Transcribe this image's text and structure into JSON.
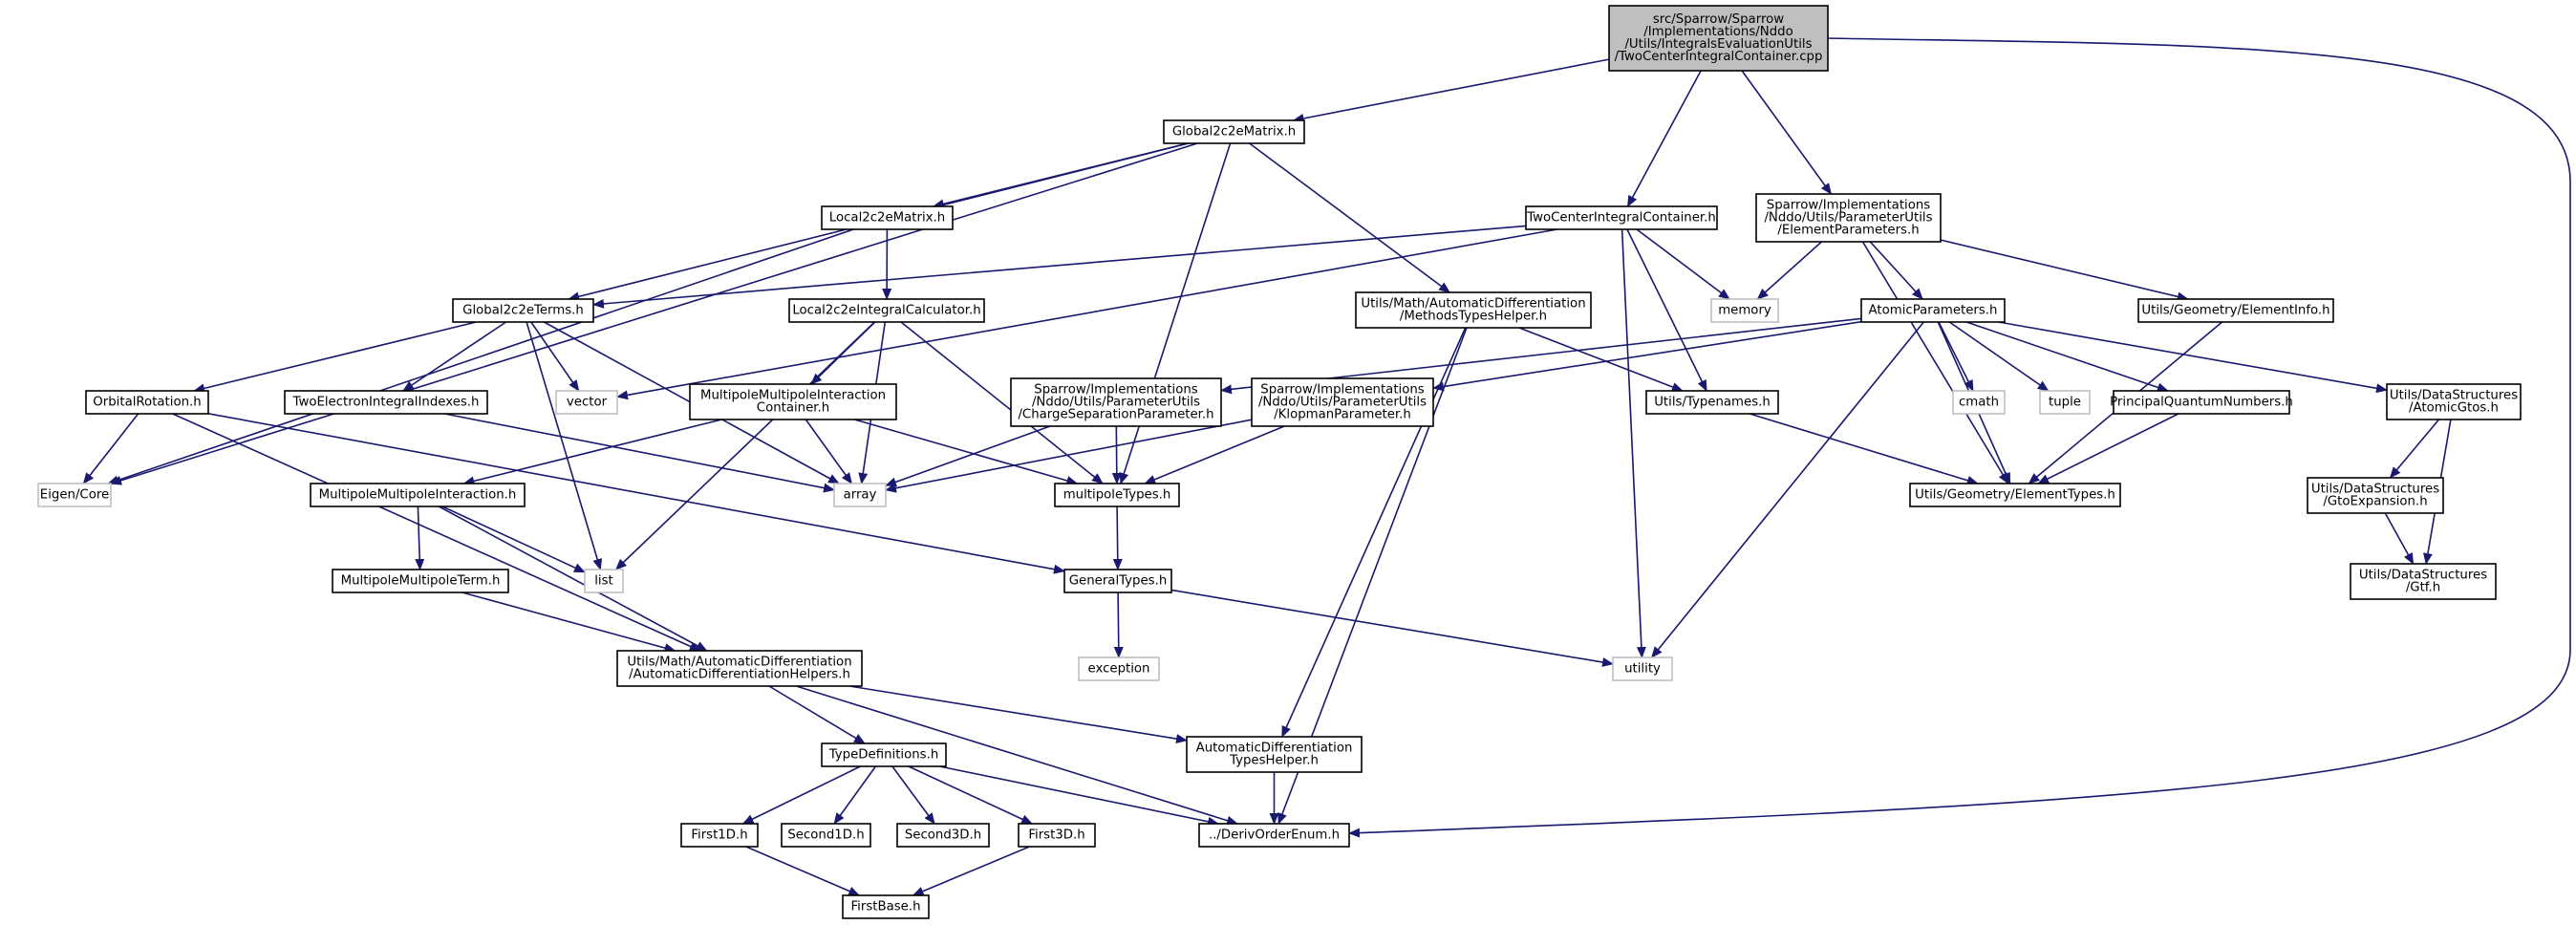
{
  "diagram": {
    "kind": "include dependency graph",
    "colors": {
      "edge": "#191970",
      "node_border": "#000000",
      "root_fill": "#bfbfbf",
      "node_fill": "#ffffff",
      "external_border": "#bfbfbf",
      "external_text": "#000000"
    },
    "nodes": [
      {
        "id": "root",
        "style": "root",
        "lines": [
          "src/Sparrow/Sparrow",
          "/Implementations/Nddo",
          "/Utils/IntegralsEvaluationUtils",
          "/TwoCenterIntegralContainer.cpp"
        ]
      },
      {
        "id": "global2c2ematrix",
        "style": "file",
        "lines": [
          "Global2c2eMatrix.h"
        ]
      },
      {
        "id": "twocenterintegralcontainer",
        "style": "file",
        "lines": [
          "TwoCenterIntegralContainer.h"
        ]
      },
      {
        "id": "elementparameters",
        "style": "file",
        "lines": [
          "Sparrow/Implementations",
          "/Nddo/Utils/ParameterUtils",
          "/ElementParameters.h"
        ]
      },
      {
        "id": "local2c2ematrix",
        "style": "file",
        "lines": [
          "Local2c2eMatrix.h"
        ]
      },
      {
        "id": "methodstypeshelper",
        "style": "file",
        "lines": [
          "Utils/Math/AutomaticDifferentiation",
          "/MethodsTypesHelper.h"
        ]
      },
      {
        "id": "global2c2eterms",
        "style": "file",
        "lines": [
          "Global2c2eTerms.h"
        ]
      },
      {
        "id": "local2c2eintegralcalculator",
        "style": "file",
        "lines": [
          "Local2c2eIntegralCalculator.h"
        ]
      },
      {
        "id": "memory",
        "style": "external",
        "lines": [
          "memory"
        ]
      },
      {
        "id": "atomicparameters",
        "style": "file",
        "lines": [
          "AtomicParameters.h"
        ]
      },
      {
        "id": "elementinfo",
        "style": "file",
        "lines": [
          "Utils/Geometry/ElementInfo.h"
        ]
      },
      {
        "id": "orbitalrotation",
        "style": "file",
        "lines": [
          "OrbitalRotation.h"
        ]
      },
      {
        "id": "twoelectronintegralindexes",
        "style": "file",
        "lines": [
          "TwoElectronIntegralIndexes.h"
        ]
      },
      {
        "id": "vector",
        "style": "external",
        "lines": [
          "vector"
        ]
      },
      {
        "id": "multipolemultipoleinteractioncontainer",
        "style": "file",
        "lines": [
          "MultipoleMultipoleInteraction",
          "Container.h"
        ]
      },
      {
        "id": "chargeseparationparameter",
        "style": "file",
        "lines": [
          "Sparrow/Implementations",
          "/Nddo/Utils/ParameterUtils",
          "/ChargeSeparationParameter.h"
        ]
      },
      {
        "id": "klopmanparameter",
        "style": "file",
        "lines": [
          "Sparrow/Implementations",
          "/Nddo/Utils/ParameterUtils",
          "/KlopmanParameter.h"
        ]
      },
      {
        "id": "typenames",
        "style": "file",
        "lines": [
          "Utils/Typenames.h"
        ]
      },
      {
        "id": "cmath",
        "style": "external",
        "lines": [
          "cmath"
        ]
      },
      {
        "id": "tuple",
        "style": "external",
        "lines": [
          "tuple"
        ]
      },
      {
        "id": "principalquantumnumbers",
        "style": "file",
        "lines": [
          "PrincipalQuantumNumbers.h"
        ]
      },
      {
        "id": "atomicgtos",
        "style": "file",
        "lines": [
          "Utils/DataStructures",
          "/AtomicGtos.h"
        ]
      },
      {
        "id": "eigencore",
        "style": "external",
        "lines": [
          "Eigen/Core"
        ]
      },
      {
        "id": "array",
        "style": "external",
        "lines": [
          "array"
        ]
      },
      {
        "id": "multipolemultipoleinteraction",
        "style": "file",
        "lines": [
          "MultipoleMultipoleInteraction.h"
        ]
      },
      {
        "id": "multipoletypes",
        "style": "file",
        "lines": [
          "multipoleTypes.h"
        ]
      },
      {
        "id": "elementtypes",
        "style": "file",
        "lines": [
          "Utils/Geometry/ElementTypes.h"
        ]
      },
      {
        "id": "gtoexpansion",
        "style": "file",
        "lines": [
          "Utils/DataStructures",
          "/GtoExpansion.h"
        ]
      },
      {
        "id": "list",
        "style": "external",
        "lines": [
          "list"
        ]
      },
      {
        "id": "multipolemultipoleterm",
        "style": "file",
        "lines": [
          "MultipoleMultipoleTerm.h"
        ]
      },
      {
        "id": "generaltypes",
        "style": "file",
        "lines": [
          "GeneralTypes.h"
        ]
      },
      {
        "id": "gtf",
        "style": "file",
        "lines": [
          "Utils/DataStructures",
          "/Gtf.h"
        ]
      },
      {
        "id": "exception",
        "style": "external",
        "lines": [
          "exception"
        ]
      },
      {
        "id": "utility",
        "style": "external",
        "lines": [
          "utility"
        ]
      },
      {
        "id": "automaticdifferentiationhelpers",
        "style": "file",
        "lines": [
          "Utils/Math/AutomaticDifferentiation",
          "/AutomaticDifferentiationHelpers.h"
        ]
      },
      {
        "id": "automaticdifferentiationtypeshelper",
        "style": "file",
        "lines": [
          "AutomaticDifferentiation",
          "TypesHelper.h"
        ]
      },
      {
        "id": "typedefinitions",
        "style": "file",
        "lines": [
          "TypeDefinitions.h"
        ]
      },
      {
        "id": "first1d",
        "style": "file",
        "lines": [
          "First1D.h"
        ]
      },
      {
        "id": "second1d",
        "style": "file",
        "lines": [
          "Second1D.h"
        ]
      },
      {
        "id": "second3d",
        "style": "file",
        "lines": [
          "Second3D.h"
        ]
      },
      {
        "id": "first3d",
        "style": "file",
        "lines": [
          "First3D.h"
        ]
      },
      {
        "id": "derivorderenum",
        "style": "file",
        "lines": [
          "../DerivOrderEnum.h"
        ]
      },
      {
        "id": "firstbase",
        "style": "file",
        "lines": [
          "FirstBase.h"
        ]
      }
    ],
    "edges": [
      {
        "from": "root",
        "to": "global2c2ematrix"
      },
      {
        "from": "root",
        "to": "twocenterintegralcontainer"
      },
      {
        "from": "root",
        "to": "elementparameters"
      },
      {
        "from": "root",
        "to": "derivorderenum"
      },
      {
        "from": "global2c2ematrix",
        "to": "eigencore"
      },
      {
        "from": "global2c2ematrix",
        "to": "local2c2ematrix"
      },
      {
        "from": "global2c2ematrix",
        "to": "global2c2eterms"
      },
      {
        "from": "global2c2ematrix",
        "to": "multipoletypes"
      },
      {
        "from": "global2c2ematrix",
        "to": "methodstypeshelper"
      },
      {
        "from": "local2c2ematrix",
        "to": "eigencore"
      },
      {
        "from": "local2c2ematrix",
        "to": "local2c2eintegralcalculator"
      },
      {
        "from": "twocenterintegralcontainer",
        "to": "global2c2eterms"
      },
      {
        "from": "twocenterintegralcontainer",
        "to": "vector"
      },
      {
        "from": "twocenterintegralcontainer",
        "to": "memory"
      },
      {
        "from": "twocenterintegralcontainer",
        "to": "typenames"
      },
      {
        "from": "twocenterintegralcontainer",
        "to": "utility"
      },
      {
        "from": "elementparameters",
        "to": "memory"
      },
      {
        "from": "elementparameters",
        "to": "atomicparameters"
      },
      {
        "from": "elementparameters",
        "to": "elementinfo"
      },
      {
        "from": "elementparameters",
        "to": "elementtypes"
      },
      {
        "from": "methodstypeshelper",
        "to": "typenames"
      },
      {
        "from": "methodstypeshelper",
        "to": "automaticdifferentiationtypeshelper"
      },
      {
        "from": "methodstypeshelper",
        "to": "derivorderenum"
      },
      {
        "from": "global2c2eterms",
        "to": "orbitalrotation"
      },
      {
        "from": "global2c2eterms",
        "to": "twoelectronintegralindexes"
      },
      {
        "from": "global2c2eterms",
        "to": "vector"
      },
      {
        "from": "global2c2eterms",
        "to": "array"
      },
      {
        "from": "global2c2eterms",
        "to": "list"
      },
      {
        "from": "local2c2eintegralcalculator",
        "to": "multipolemultipoleinteractioncontainer"
      },
      {
        "from": "local2c2eintegralcalculator",
        "to": "array"
      },
      {
        "from": "local2c2eintegralcalculator",
        "to": "list"
      },
      {
        "from": "local2c2eintegralcalculator",
        "to": "multipoletypes"
      },
      {
        "from": "atomicparameters",
        "to": "chargeseparationparameter"
      },
      {
        "from": "atomicparameters",
        "to": "klopmanparameter"
      },
      {
        "from": "atomicparameters",
        "to": "cmath"
      },
      {
        "from": "atomicparameters",
        "to": "tuple"
      },
      {
        "from": "atomicparameters",
        "to": "principalquantumnumbers"
      },
      {
        "from": "atomicparameters",
        "to": "atomicgtos"
      },
      {
        "from": "atomicparameters",
        "to": "elementtypes"
      },
      {
        "from": "atomicparameters",
        "to": "utility"
      },
      {
        "from": "elementinfo",
        "to": "elementtypes"
      },
      {
        "from": "orbitalrotation",
        "to": "eigencore"
      },
      {
        "from": "orbitalrotation",
        "to": "generaltypes"
      },
      {
        "from": "orbitalrotation",
        "to": "automaticdifferentiationhelpers"
      },
      {
        "from": "twoelectronintegralindexes",
        "to": "array"
      },
      {
        "from": "multipolemultipoleinteractioncontainer",
        "to": "multipolemultipoleinteraction"
      },
      {
        "from": "multipolemultipoleinteractioncontainer",
        "to": "array"
      },
      {
        "from": "multipolemultipoleinteractioncontainer",
        "to": "multipoletypes"
      },
      {
        "from": "chargeseparationparameter",
        "to": "array"
      },
      {
        "from": "chargeseparationparameter",
        "to": "multipoletypes"
      },
      {
        "from": "klopmanparameter",
        "to": "array"
      },
      {
        "from": "klopmanparameter",
        "to": "multipoletypes"
      },
      {
        "from": "typenames",
        "to": "elementtypes"
      },
      {
        "from": "principalquantumnumbers",
        "to": "elementtypes"
      },
      {
        "from": "atomicgtos",
        "to": "gtoexpansion"
      },
      {
        "from": "atomicgtos",
        "to": "gtf"
      },
      {
        "from": "gtoexpansion",
        "to": "gtf"
      },
      {
        "from": "multipolemultipoleinteraction",
        "to": "list"
      },
      {
        "from": "multipolemultipoleinteraction",
        "to": "multipolemultipoleterm"
      },
      {
        "from": "multipolemultipoleinteraction",
        "to": "automaticdifferentiationhelpers"
      },
      {
        "from": "multipoletypes",
        "to": "generaltypes"
      },
      {
        "from": "multipolemultipoleterm",
        "to": "automaticdifferentiationhelpers"
      },
      {
        "from": "generaltypes",
        "to": "exception"
      },
      {
        "from": "generaltypes",
        "to": "utility"
      },
      {
        "from": "automaticdifferentiationhelpers",
        "to": "typedefinitions"
      },
      {
        "from": "automaticdifferentiationhelpers",
        "to": "automaticdifferentiationtypeshelper"
      },
      {
        "from": "automaticdifferentiationhelpers",
        "to": "derivorderenum"
      },
      {
        "from": "automaticdifferentiationtypeshelper",
        "to": "derivorderenum"
      },
      {
        "from": "typedefinitions",
        "to": "first1d"
      },
      {
        "from": "typedefinitions",
        "to": "second1d"
      },
      {
        "from": "typedefinitions",
        "to": "second3d"
      },
      {
        "from": "typedefinitions",
        "to": "first3d"
      },
      {
        "from": "typedefinitions",
        "to": "derivorderenum"
      },
      {
        "from": "first1d",
        "to": "firstbase"
      },
      {
        "from": "first3d",
        "to": "firstbase"
      }
    ]
  }
}
